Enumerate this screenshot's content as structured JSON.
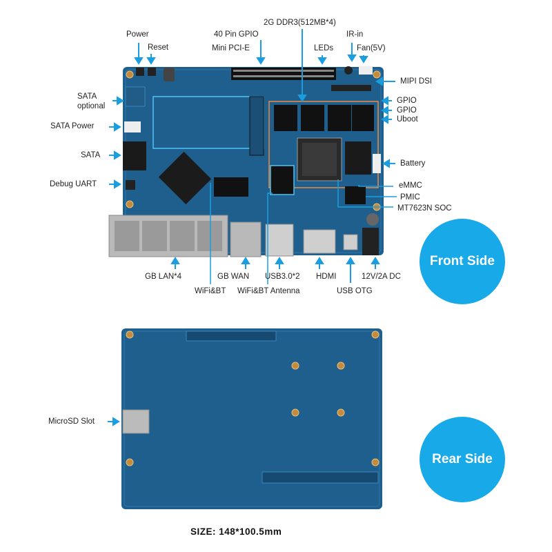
{
  "front_labels": {
    "power": "Power",
    "reset": "Reset",
    "gpio40": "40 Pin GPIO",
    "ddr3": "2G DDR3(512MB*4)",
    "mini_pcie": "Mini PCI-E",
    "leds": "LEDs",
    "ir_in": "IR-in",
    "fan": "Fan(5V)",
    "mipi_dsi": "MIPI DSI",
    "gpio_a": "GPIO",
    "gpio_b": "GPIO",
    "uboot": "Uboot",
    "sata_optional_1": "SATA",
    "sata_optional_2": "optional",
    "sata_power": "SATA Power",
    "sata": "SATA",
    "battery": "Battery",
    "debug_uart": "Debug UART",
    "emmc": "eMMC",
    "pmic": "PMIC",
    "soc": "MT7623N SOC",
    "gb_lan": "GB LAN*4",
    "gb_wan": "GB WAN",
    "usb3": "USB3.0*2",
    "hdmi": "HDMI",
    "dc_in": "12V/2A DC",
    "wifi_bt": "WiFi&BT",
    "wifi_bt_antenna": "WiFi&BT Antenna",
    "usb_otg": "USB OTG"
  },
  "rear_labels": {
    "microsd": "MicroSD Slot"
  },
  "badges": {
    "front": "Front Side",
    "rear": "Rear Side"
  },
  "size_text": "SIZE: 148*100.5mm",
  "colors": {
    "pcb": "#1f5f8e",
    "pcb_dark": "#174a70",
    "accent": "#17a9e8",
    "arrow": "#1a9ee0",
    "highlight_orange": "#f08a3a"
  }
}
